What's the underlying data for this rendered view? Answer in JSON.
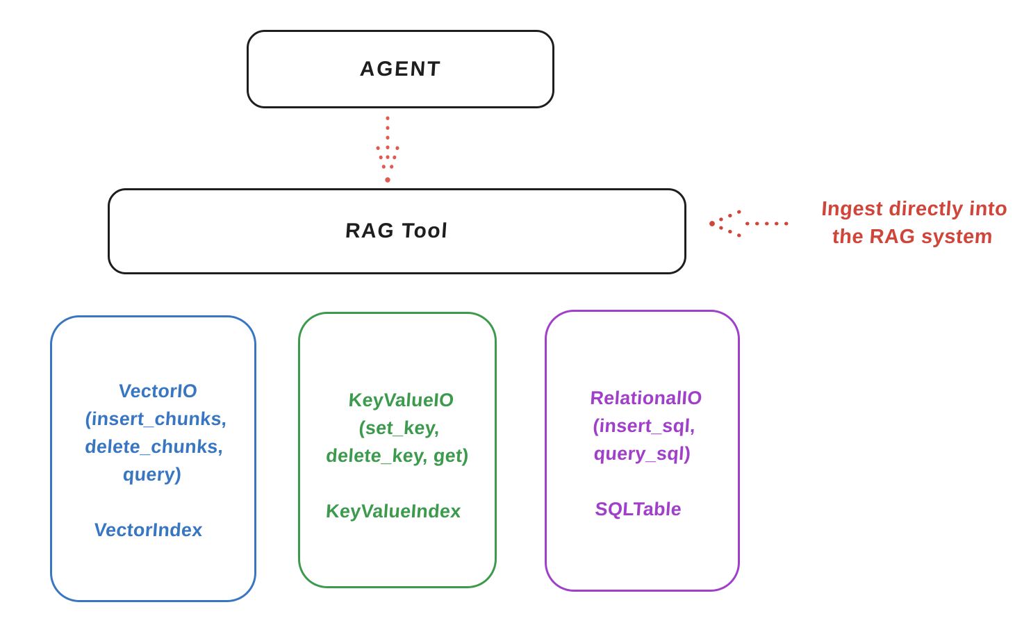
{
  "colors": {
    "ink": "#1e1e1e",
    "bg": "#ffffff",
    "red": "#d0453a",
    "red-arrow": "#e05a50",
    "blue": "#3876c2",
    "green": "#3c9a4d",
    "purple": "#a03fc9"
  },
  "nodes": {
    "agent": {
      "label": "AGENT"
    },
    "rag_tool": {
      "label": "RAG Tool"
    }
  },
  "annotation": {
    "line1": "Ingest directly into",
    "line2": "the RAG system"
  },
  "arrows": {
    "agent_to_rag_tool": {
      "name": "agent-to-rag-tool",
      "style": "dotted",
      "direction": "down"
    },
    "annotation_to_rag_tool": {
      "name": "annotation-to-rag-tool",
      "style": "dotted",
      "direction": "left"
    }
  },
  "io_boxes": [
    {
      "name": "vector-io",
      "color": "#3876c2",
      "lines": [
        "VectorIO",
        "(insert_chunks,",
        "delete_chunks,",
        "query)"
      ],
      "index_label": "VectorIndex"
    },
    {
      "name": "keyvalue-io",
      "color": "#3c9a4d",
      "lines": [
        "KeyValueIO",
        "(set_key,",
        "delete_key, get)"
      ],
      "index_label": "KeyValueIndex"
    },
    {
      "name": "relational-io",
      "color": "#a03fc9",
      "lines": [
        "RelationalIO",
        "(insert_sql,",
        "query_sql)"
      ],
      "index_label": "SQLTable"
    }
  ]
}
